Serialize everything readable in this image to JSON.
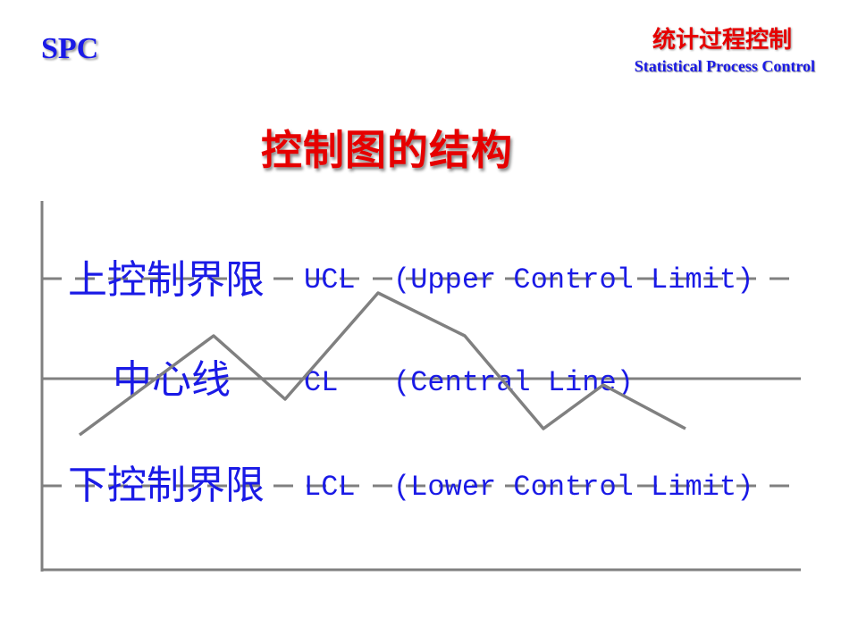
{
  "header": {
    "logo": "SPC",
    "title_cn": "统计过程控制",
    "title_en": "Statistical Process Control"
  },
  "slide": {
    "title": "控制图的结构"
  },
  "diagram": {
    "ucl": {
      "label_cn": "上控制界限",
      "abbr": "UCL",
      "desc": "(Upper Control Limit)"
    },
    "cl": {
      "label_cn": "中心线",
      "abbr": "CL",
      "desc": "(Central Line)"
    },
    "lcl": {
      "label_cn": "下控制界限",
      "abbr": "LCL",
      "desc": "(Lower Control Limit)"
    }
  },
  "colors": {
    "brand_blue": "#1a1ae6",
    "title_red": "#e60000",
    "line_gray": "#808080"
  }
}
